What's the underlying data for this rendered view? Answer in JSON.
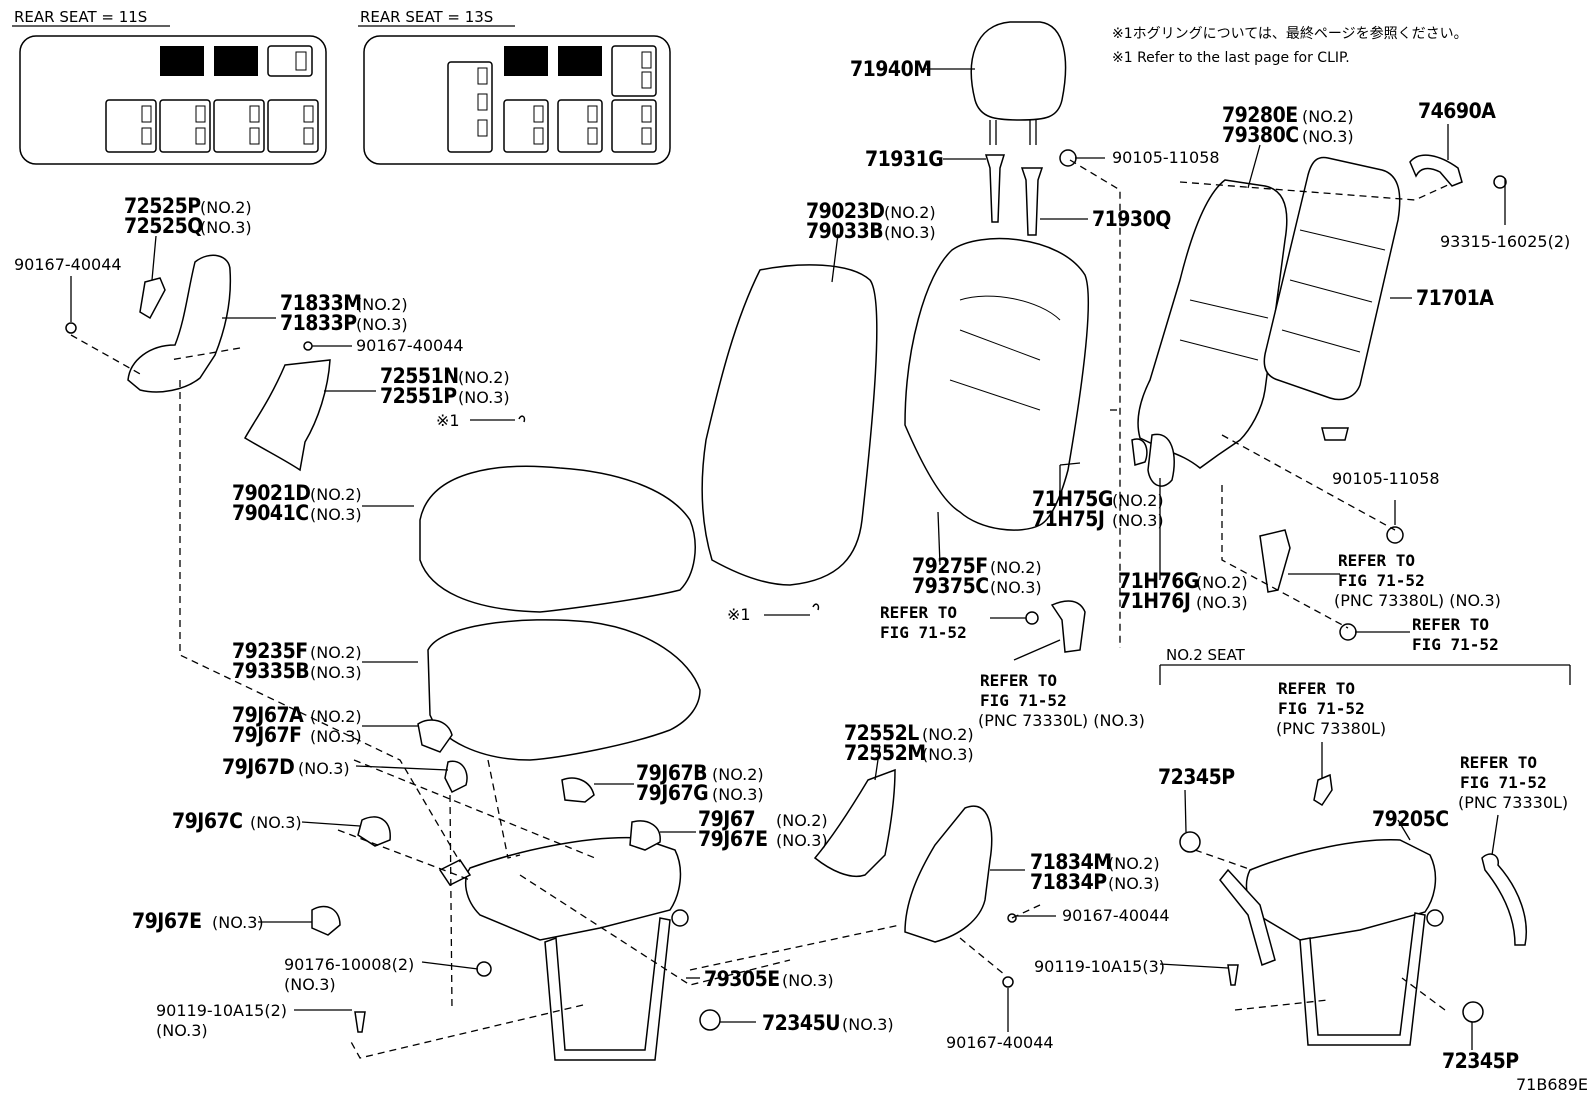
{
  "diagram_id": "71B689E",
  "legends": {
    "rear_11s": "REAR SEAT = 11S",
    "rear_13s": "REAR SEAT = 13S"
  },
  "notes": {
    "jp": "※1ホグリングについては、最終ページを参照ください。",
    "en": "※1 Refer to the last page for CLIP."
  },
  "no2_seat_label": "NO.2 SEAT",
  "mark1": "※1",
  "labels": {
    "p71940M": "71940M",
    "p71931G": "71931G",
    "p71930Q": "71930Q",
    "p90105a": "90105-11058",
    "p79280E": "79280E",
    "p79380C": "79380C",
    "p74690A": "74690A",
    "p93315": "93315-16025(2)",
    "p71701A": "71701A",
    "p79023D": "79023D",
    "p79033B": "79033B",
    "p72525P": "72525P",
    "p72525Q": "72525Q",
    "p90167a": "90167-40044",
    "p71833M": "71833M",
    "p71833P": "71833P",
    "p90167b": "90167-40044",
    "p72551N": "72551N",
    "p72551P": "72551P",
    "p79021D": "79021D",
    "p79041C": "79041C",
    "p71H75G": "71H75G",
    "p71H75J": "71H75J",
    "p90105b": "90105-11058",
    "p79275F": "79275F",
    "p79375C": "79375C",
    "p71H76G": "71H76G",
    "p71H76J": "71H76J",
    "p79235F": "79235F",
    "p79335B": "79335B",
    "p79J67A": "79J67A",
    "p79J67F": "79J67F",
    "p79J67D": "79J67D",
    "p79J67B": "79J67B",
    "p79J67G": "79J67G",
    "p79J67C": "79J67C",
    "p79J67": "79J67",
    "p79J67E2": "79J67E",
    "p79J67E": "79J67E",
    "p72552L": "72552L",
    "p72552M": "72552M",
    "p71834M": "71834M",
    "p71834P": "71834P",
    "p90167c": "90167-40044",
    "p90167d": "90167-40044",
    "p90176": "90176-10008(2)",
    "p90119a": "90119-10A15(2)",
    "p90119b": "90119-10A15(3)",
    "p79305E": "79305E",
    "p72345U": "72345U",
    "p72345Pa": "72345P",
    "p72345Pb": "72345P",
    "p79205C": "79205C"
  },
  "qual": {
    "no2": "(NO.2)",
    "no3": "(NO.3)"
  },
  "refer": {
    "refer_to": "REFER TO",
    "fig": "FIG 71-52",
    "pnc_73380L_no3": "(PNC 73380L) (NO.3)",
    "pnc_73330L_no3": "(PNC 73330L) (NO.3)",
    "pnc_73380L": "(PNC 73380L)",
    "pnc_73330L": "(PNC 73330L)"
  }
}
